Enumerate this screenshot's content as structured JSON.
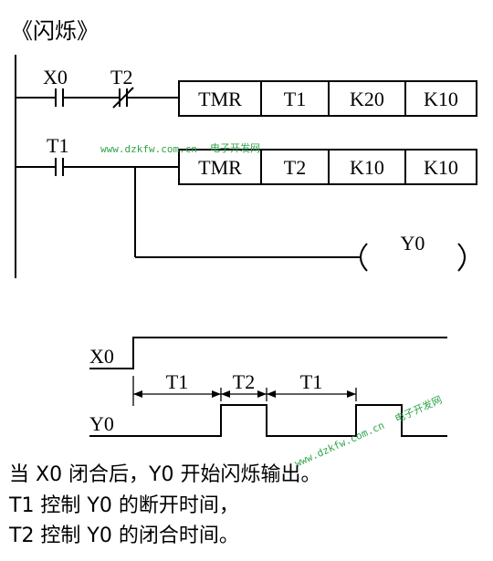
{
  "title": "《闪烁》",
  "ladder": {
    "rung1": {
      "contact1": "X0",
      "contact2": "T2",
      "instruction": "TMR",
      "timer": "T1",
      "k1": "K20",
      "k2": "K10"
    },
    "rung2": {
      "contact": "T1",
      "instruction": "TMR",
      "timer": "T2",
      "k1": "K10",
      "k2": "K10"
    },
    "coil": {
      "label": "Y0",
      "open": "(",
      "close": ")"
    }
  },
  "timing": {
    "x0_label": "X0",
    "y0_label": "Y0",
    "intervals": [
      "T1",
      "T2",
      "T1"
    ]
  },
  "watermark": {
    "url": "www.dzkfw.com.cn",
    "dot": ".",
    "name": "电子开发网"
  },
  "description": [
    "当 X0 闭合后，Y0 开始闪烁输出。",
    " T1 控制 Y0 的断开时间，",
    " T2 控制 Y0 的闭合时间。"
  ]
}
